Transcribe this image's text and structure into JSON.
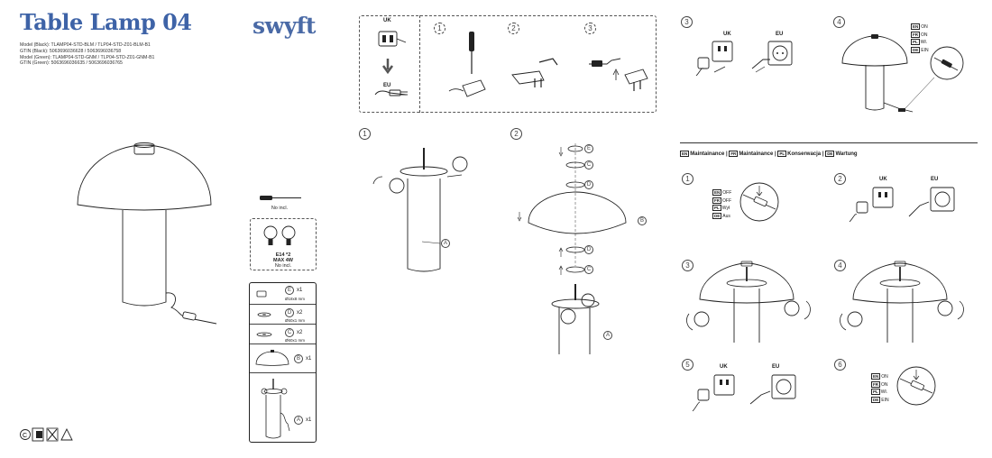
{
  "header": {
    "title": "Table Lamp 04",
    "brand": "swyft",
    "model_lines": [
      "Model (Black): TLAMP04-STD-BLM / TLP04-STD-Z01-BLM-B1",
      "GTIN (Black): 5063696036628 / 5063696036758",
      "Model (Green): TLAMP04-STD-GNM / TLP04-STD-Z01-GNM-B1",
      "GTIN (Green): 5063696036635 / 5063696036765"
    ]
  },
  "tools": {
    "screwdriver_note": "No incl."
  },
  "bulb_box": {
    "spec_line1": "E14 *2",
    "spec_line2": "MAX 4W",
    "note": "No incl."
  },
  "parts": [
    {
      "letter": "E",
      "qty": "x1",
      "size": "Ø18x8 mm"
    },
    {
      "letter": "D",
      "qty": "x2",
      "size": "Ø50x1 mm"
    },
    {
      "letter": "C",
      "qty": "x2",
      "size": "Ø60x1 mm"
    },
    {
      "letter": "B",
      "qty": "x1",
      "size": ""
    },
    {
      "letter": "A",
      "qty": "x1",
      "size": ""
    }
  ],
  "plug_section": {
    "uk": "UK",
    "eu": "EU",
    "steps": [
      "1",
      "2",
      "3"
    ]
  },
  "assembly_steps": {
    "step1": "1",
    "step2": "2",
    "step3": "3",
    "step4": "4"
  },
  "step2_labels": [
    "E",
    "C",
    "D",
    "B",
    "D",
    "C",
    "A"
  ],
  "step1_label": "A",
  "step3": {
    "uk": "UK",
    "eu": "EU"
  },
  "step4_legend": [
    {
      "tag": "EN",
      "text": "ON"
    },
    {
      "tag": "FR",
      "text": "ON"
    },
    {
      "tag": "PL",
      "text": "Wł."
    },
    {
      "tag": "DE",
      "text": "EIN"
    }
  ],
  "maintenance": {
    "heading": [
      {
        "tag": "EN",
        "text": "Maintainance"
      },
      {
        "tag": "FR",
        "text": "Maintainance"
      },
      {
        "tag": "PL",
        "text": "Konserwacja"
      },
      {
        "tag": "DE",
        "text": "Wartung"
      }
    ],
    "separator": "|",
    "steps": [
      "1",
      "2",
      "3",
      "4",
      "5",
      "6"
    ],
    "off_legend": [
      {
        "tag": "EN",
        "text": "OFF"
      },
      {
        "tag": "FR",
        "text": "OFF"
      },
      {
        "tag": "PL",
        "text": "Wył"
      },
      {
        "tag": "DE",
        "text": "Aus"
      }
    ],
    "on_legend": [
      {
        "tag": "EN",
        "text": "ON"
      },
      {
        "tag": "FR",
        "text": "ON"
      },
      {
        "tag": "PL",
        "text": "Wł."
      },
      {
        "tag": "DE",
        "text": "EIN"
      }
    ],
    "uk": "UK",
    "eu": "EU"
  }
}
